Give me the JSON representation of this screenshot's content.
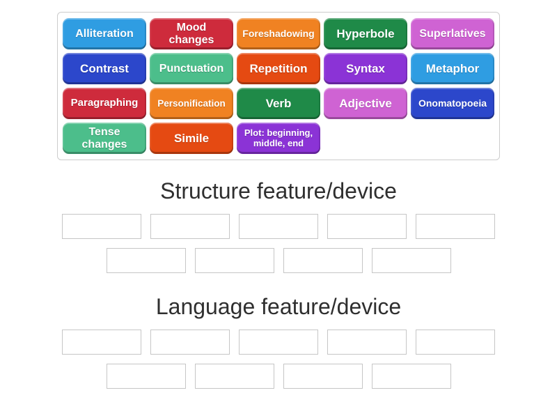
{
  "activity": {
    "kind": "group-sort"
  },
  "tray": {
    "rows": [
      [
        {
          "label": "Alliteration",
          "color": "blue",
          "font_px": 16
        },
        {
          "label": "Mood changes",
          "color": "crimson",
          "font_px": 16,
          "two_line": true
        },
        {
          "label": "Foreshadowing",
          "color": "orange",
          "font_px": 14
        },
        {
          "label": "Hyperbole",
          "color": "green",
          "font_px": 17
        },
        {
          "label": "Superlatives",
          "color": "orchid",
          "font_px": 16
        }
      ],
      [
        {
          "label": "Contrast",
          "color": "royal",
          "font_px": 17
        },
        {
          "label": "Punctuation",
          "color": "seagreen",
          "font_px": 16
        },
        {
          "label": "Repetition",
          "color": "orangered",
          "font_px": 17
        },
        {
          "label": "Syntax",
          "color": "purple",
          "font_px": 17
        },
        {
          "label": "Metaphor",
          "color": "blue",
          "font_px": 17
        }
      ],
      [
        {
          "label": "Paragraphing",
          "color": "crimson",
          "font_px": 15
        },
        {
          "label": "Personification",
          "color": "orange",
          "font_px": 13.5
        },
        {
          "label": "Verb",
          "color": "green",
          "font_px": 17
        },
        {
          "label": "Adjective",
          "color": "orchid",
          "font_px": 17
        },
        {
          "label": "Onomatopoeia",
          "color": "royal",
          "font_px": 14
        }
      ],
      [
        {
          "label": "Tense changes",
          "color": "seagreen",
          "font_px": 16,
          "two_line": true
        },
        {
          "label": "Simile",
          "color": "orangered",
          "font_px": 17
        },
        {
          "label": "Plot: beginning, middle, end",
          "color": "purple",
          "font_px": 13
        }
      ]
    ]
  },
  "groups": [
    {
      "title": "Structure feature/device",
      "slot_rows": [
        5,
        4
      ]
    },
    {
      "title": "Language feature/device",
      "slot_rows": [
        5,
        4
      ]
    }
  ],
  "colors": {
    "blue": {
      "bg": "#2f9de2"
    },
    "crimson": {
      "bg": "#ce2b3c"
    },
    "orange": {
      "bg": "#f08222"
    },
    "green": {
      "bg": "#1f8a48"
    },
    "orchid": {
      "bg": "#cf63d3"
    },
    "royal": {
      "bg": "#2c47cb"
    },
    "seagreen": {
      "bg": "#4cbe8b"
    },
    "orangered": {
      "bg": "#e54a12"
    },
    "purple": {
      "bg": "#8b33d6"
    }
  },
  "ui_colors": {
    "background": "#ffffff",
    "tray_border": "#cccccc",
    "slot_border": "#c6c6c6",
    "heading_text": "#2f2f2f",
    "tile_text": "#ffffff"
  }
}
